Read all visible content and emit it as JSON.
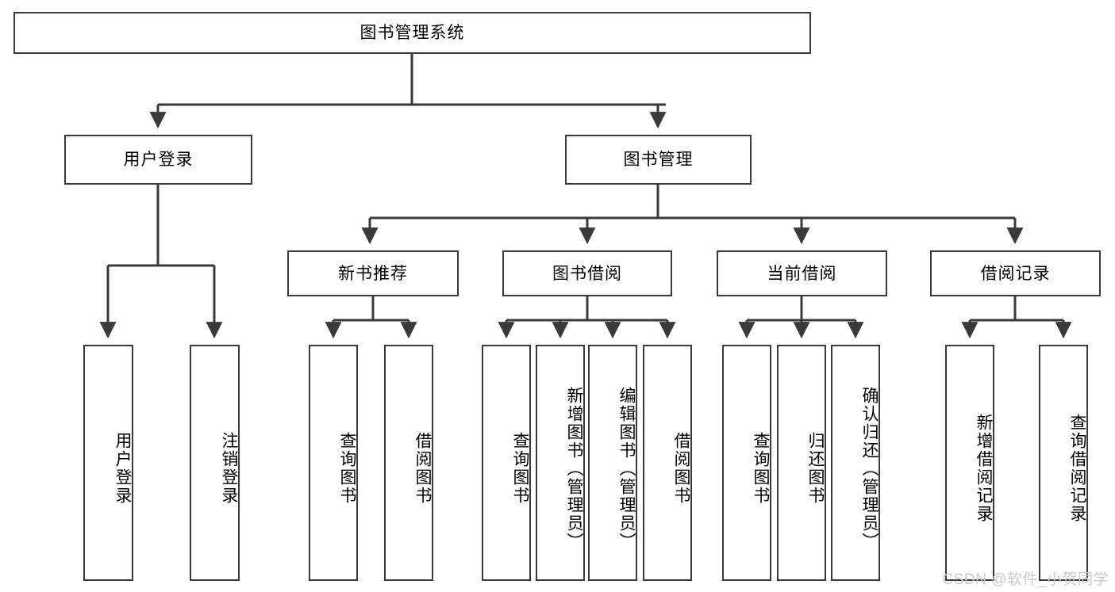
{
  "diagram": {
    "type": "tree-hierarchy",
    "title": "图书管理系统",
    "orientation": "top-down",
    "colors": {
      "box_border": "#3a3a3a",
      "box_fill": "#ffffff",
      "edge": "#3a3a3a",
      "text": "#000000",
      "watermark": "#c9c9c9",
      "background": "#ffffff"
    },
    "watermark": "CSDN @软件_小贺同学",
    "nodes": {
      "root": {
        "label": "图书管理系统",
        "level": 1,
        "orientation": "horizontal"
      },
      "level2": [
        {
          "id": "user-login",
          "label": "用户登录",
          "orientation": "horizontal"
        },
        {
          "id": "book-management",
          "label": "图书管理",
          "orientation": "horizontal"
        }
      ],
      "level3": [
        {
          "id": "new-book-recommend",
          "label": "新书推荐",
          "orientation": "horizontal"
        },
        {
          "id": "book-borrow",
          "label": "图书借阅",
          "orientation": "horizontal"
        },
        {
          "id": "current-borrow",
          "label": "当前借阅",
          "orientation": "horizontal"
        },
        {
          "id": "borrow-record",
          "label": "借阅记录",
          "orientation": "horizontal"
        }
      ],
      "leaves": {
        "user-login": [
          {
            "id": "leaf-user-login",
            "label": "用户登录"
          },
          {
            "id": "leaf-logout",
            "label": "注销登录"
          }
        ],
        "new-book-recommend": [
          {
            "id": "leaf-query-book-1",
            "label": "查询图书"
          },
          {
            "id": "leaf-borrow-book-1",
            "label": "借阅图书"
          }
        ],
        "book-borrow": [
          {
            "id": "leaf-query-book-2",
            "label": "查询图书"
          },
          {
            "id": "leaf-add-book",
            "label": "新增图书（管理员）"
          },
          {
            "id": "leaf-edit-book",
            "label": "编辑图书（管理员）"
          },
          {
            "id": "leaf-borrow-book-2",
            "label": "借阅图书"
          }
        ],
        "current-borrow": [
          {
            "id": "leaf-query-book-3",
            "label": "查询图书"
          },
          {
            "id": "leaf-return-book",
            "label": "归还图书"
          },
          {
            "id": "leaf-confirm-return",
            "label": "确认归还（管理员）"
          }
        ],
        "borrow-record": [
          {
            "id": "leaf-add-record",
            "label": "新增借阅记录"
          },
          {
            "id": "leaf-query-record",
            "label": "查询借阅记录"
          }
        ]
      }
    }
  }
}
